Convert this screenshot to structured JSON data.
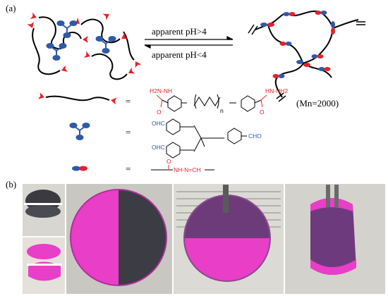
{
  "panel_a": {
    "label": "(a)",
    "forward_condition": "apparent pH>4",
    "reverse_condition": "apparent pH<4",
    "equals": "=",
    "pegdh": {
      "left_group": "H2N-NH",
      "right_group": "HN-NH2",
      "subscript_n": "n",
      "mn_label": "(Mn=2000)"
    },
    "crosslinker": {
      "cho_top": "OHC",
      "cho_bottom": "OHC",
      "cho_right": "CHO"
    },
    "bond": {
      "o_label": "O",
      "linkage": "NH-N=CH"
    }
  },
  "panel_b": {
    "label": "(b)"
  },
  "colors": {
    "red": "#e8202a",
    "blue": "#2f5aa8",
    "pink": "#e83ec8",
    "dark": "#3c3c44"
  }
}
